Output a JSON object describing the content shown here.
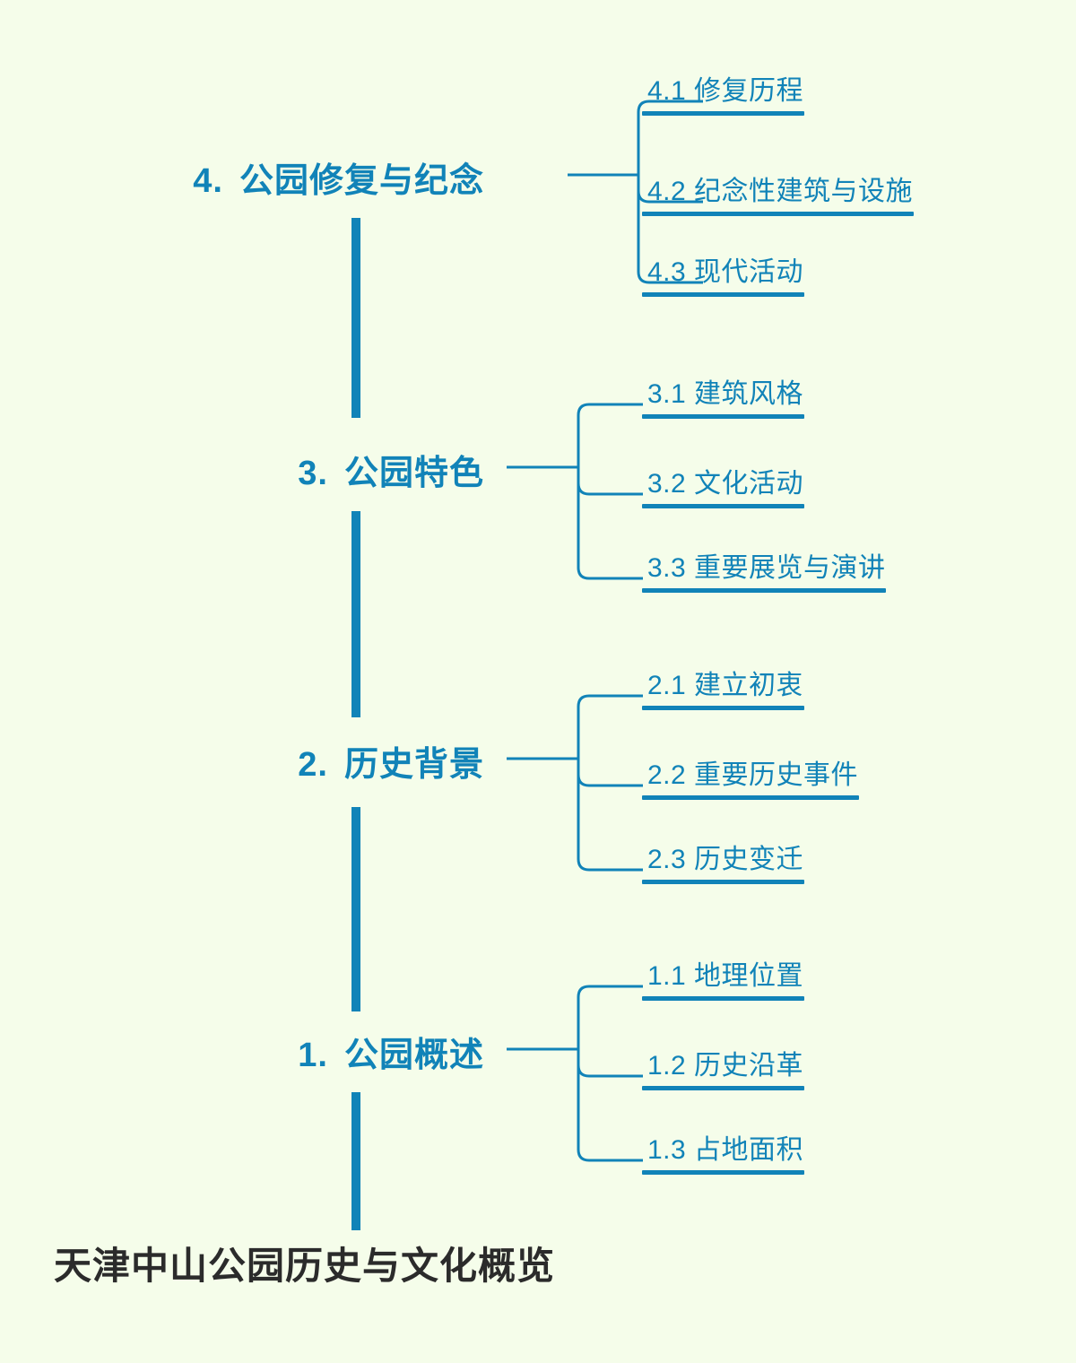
{
  "diagram": {
    "type": "mindmap",
    "orientation": "vertical-spine-left-root-bottom",
    "background_color": "#f5fdea",
    "accent_color": "#1183b8",
    "root_text_color": "#2b2b2b",
    "root": {
      "label": "天津中山公园历史与文化概览"
    },
    "branches": [
      {
        "number": "4.",
        "label": "公园修复与纪念",
        "children": [
          {
            "number": "4.1",
            "label": "修复历程"
          },
          {
            "number": "4.2",
            "label": "纪念性建筑与设施"
          },
          {
            "number": "4.3",
            "label": "现代活动"
          }
        ]
      },
      {
        "number": "3.",
        "label": "公园特色",
        "children": [
          {
            "number": "3.1",
            "label": "建筑风格"
          },
          {
            "number": "3.2",
            "label": "文化活动"
          },
          {
            "number": "3.3",
            "label": "重要展览与演讲"
          }
        ]
      },
      {
        "number": "2.",
        "label": "历史背景",
        "children": [
          {
            "number": "2.1",
            "label": "建立初衷"
          },
          {
            "number": "2.2",
            "label": "重要历史事件"
          },
          {
            "number": "2.3",
            "label": "历史变迁"
          }
        ]
      },
      {
        "number": "1.",
        "label": "公园概述",
        "children": [
          {
            "number": "1.1",
            "label": "地理位置"
          },
          {
            "number": "1.2",
            "label": "历史沿革"
          },
          {
            "number": "1.3",
            "label": "占地面积"
          }
        ]
      }
    ]
  }
}
